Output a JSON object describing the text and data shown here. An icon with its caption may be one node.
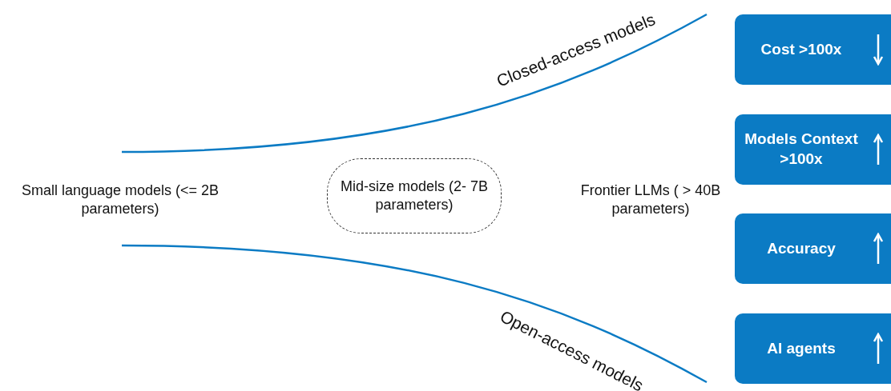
{
  "diagram": {
    "nodes": [
      {
        "text": [
          "Mid-size models (2- 7B parameters)"
        ]
      },
      {
        "text": [
          "Cost >100x"
        ]
      },
      {
        "text": [
          "Models Context >100x"
        ]
      },
      {
        "text": [
          "Accuracy"
        ]
      },
      {
        "text": [
          "AI agents"
        ]
      }
    ],
    "labels": [
      "Closed-access models",
      "Small language models (<= 2B parameters)",
      "Frontier LLMs ( > 40B parameters)",
      "Open-access models"
    ]
  }
}
